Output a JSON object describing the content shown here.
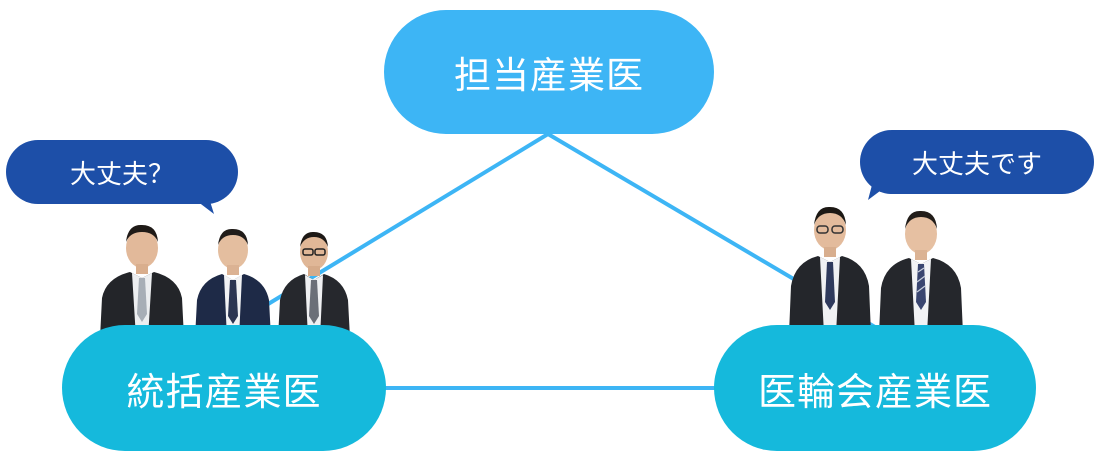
{
  "diagram": {
    "nodes": {
      "top": {
        "label": "担当産業医",
        "color": "#3db5f5"
      },
      "left": {
        "label": "統括産業医",
        "color": "#15b9dc"
      },
      "right": {
        "label": "医輪会産業医",
        "color": "#15b9dc"
      }
    },
    "edges": [
      {
        "from": "top",
        "to": "left"
      },
      {
        "from": "top",
        "to": "right"
      },
      {
        "from": "left",
        "to": "right"
      }
    ],
    "edge_color": "#3db5f5",
    "bubbles": {
      "left": {
        "text": "大丈夫？",
        "color": "#1d4fa8"
      },
      "right": {
        "text": "大丈夫です",
        "color": "#1d4fa8"
      }
    }
  }
}
